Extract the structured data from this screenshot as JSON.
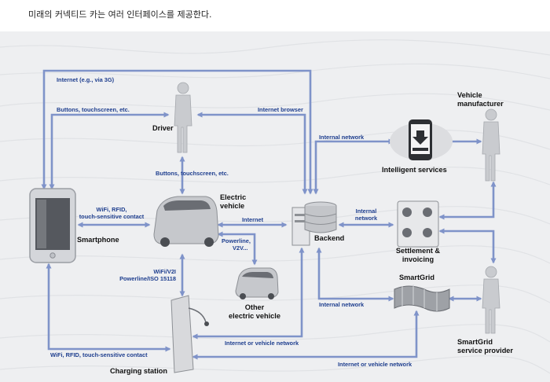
{
  "caption": "미래의 커넥티드 카는 여러 인터페이스를 제공한다.",
  "colors": {
    "arrow": "#7f93c9",
    "link_text": "#1f3f8f",
    "node_text": "#111111",
    "panel_bg": "#eeeff1"
  },
  "nodes": {
    "driver": "Driver",
    "electric_vehicle": [
      "Electric",
      "vehicle"
    ],
    "smartphone": "Smartphone",
    "backend": "Backend",
    "intelligent_services": "Intelligent services",
    "vehicle_manufacturer": [
      "Vehicle",
      "manufacturer"
    ],
    "settlement": [
      "Settlement &",
      "invoicing"
    ],
    "smartgrid": "SmartGrid",
    "smartgrid_provider": [
      "SmartGrid",
      "service provider"
    ],
    "other_ev": [
      "Other",
      "electric vehicle"
    ],
    "charging_station": "Charging station"
  },
  "links": {
    "internet_3g": "Internet (e.g., via 3G)",
    "buttons_phone": "Buttons, touchscreen, etc.",
    "internet_browser": "Internet browser",
    "buttons_driver": "Buttons,  touchscreen, etc.",
    "wifi_rfid": [
      "WiFi, RFID,",
      "touch-sensitive contact"
    ],
    "internet": "Internet",
    "powerline_v2v": [
      "Powerline,",
      "V2V..."
    ],
    "wifi_v2i": [
      "WiFi/V2I",
      "Powerline/ISO 15118"
    ],
    "internal_network_top": "Internal network",
    "internal_network_mid": [
      "Internal",
      "network"
    ],
    "internal_network_bottom": "Internal network",
    "internet_vehicle_network_1": "Internet or vehicle network",
    "internet_vehicle_network_2": "Internet or vehicle network",
    "wifi_rfid_bottom": "WiFi, RFID, touch-sensitive contact"
  }
}
